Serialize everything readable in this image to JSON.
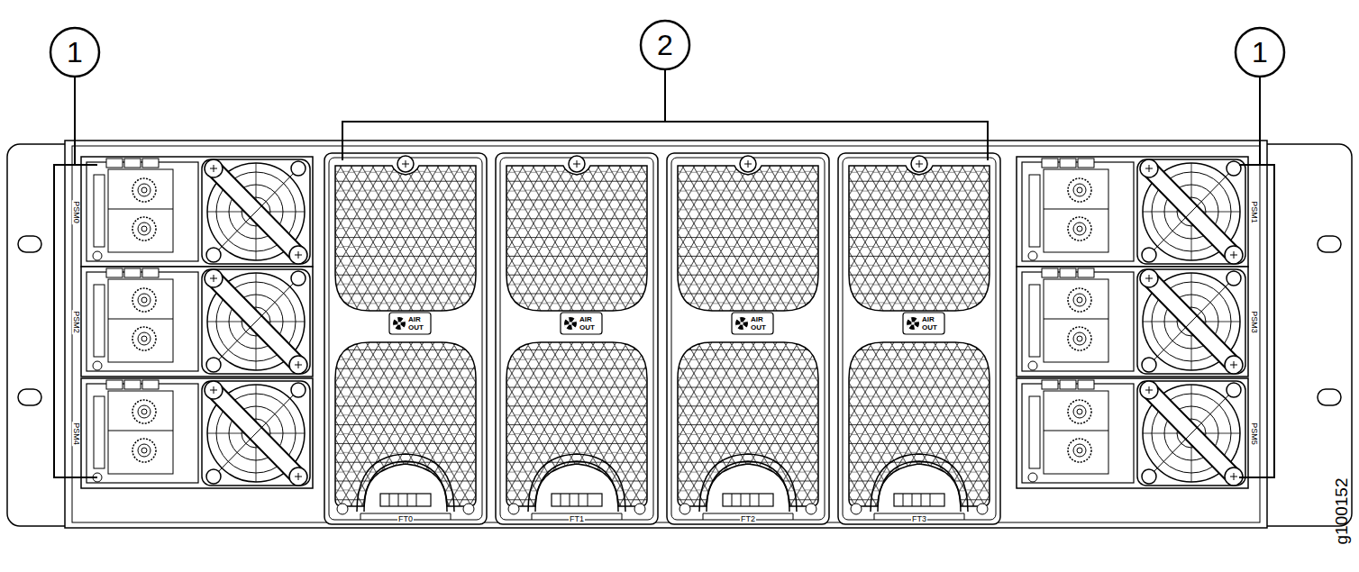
{
  "diagram": {
    "labels": [
      "1",
      "2",
      "1",
      "PSM0",
      "PSM2",
      "PSM4",
      "PSM1",
      "PSM3",
      "PSM5",
      "AIR OUT",
      "AIR OUT",
      "AIR OUT",
      "AIR OUT",
      "FT0",
      "FT1",
      "FT2",
      "FT3",
      "g100152"
    ]
  }
}
